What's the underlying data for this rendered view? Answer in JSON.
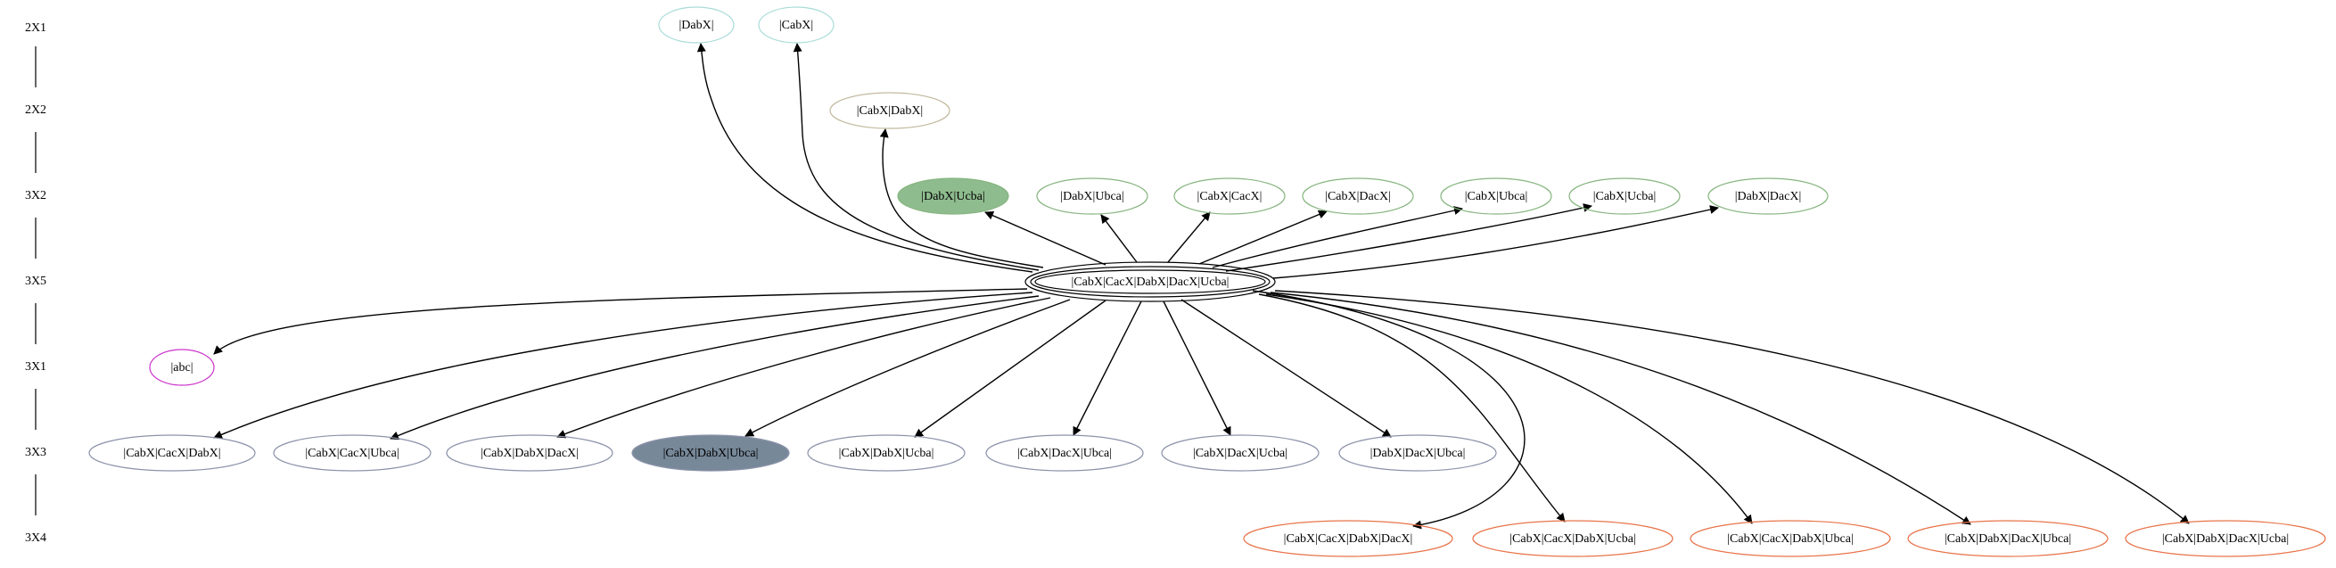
{
  "colors": {
    "teal": "#a8dcd8",
    "tan": "#c2b99e",
    "green": "#86b57f",
    "green_fill": "#8fbc8f",
    "magenta": "#cc33cc",
    "slate": "#8c93aa",
    "slate_fill": "#778899",
    "orange": "#e8744a",
    "edge": "#000000"
  },
  "ranks": {
    "r2x1": "2X1",
    "r2x2": "2X2",
    "r3x2": "3X2",
    "r3x5": "3X5",
    "r3x1": "3X1",
    "r3x3": "3X3",
    "r3x4": "3X4"
  },
  "center": {
    "label": "|CabX|CacX|DabX|DacX|Ucba|"
  },
  "nodes": {
    "n_dabx": {
      "label": "|DabX|",
      "group": "teal",
      "filled": false
    },
    "n_cabx": {
      "label": "|CabX|",
      "group": "teal",
      "filled": false
    },
    "n_cabx_dabx": {
      "label": "|CabX|DabX|",
      "group": "tan",
      "filled": false
    },
    "n_dabx_ucba": {
      "label": "|DabX|Ucba|",
      "group": "green",
      "filled": true
    },
    "n_dabx_ubca": {
      "label": "|DabX|Ubca|",
      "group": "green",
      "filled": false
    },
    "n_cabx_cacx": {
      "label": "|CabX|CacX|",
      "group": "green",
      "filled": false
    },
    "n_cabx_dacx": {
      "label": "|CabX|DacX|",
      "group": "green",
      "filled": false
    },
    "n_cabx_ubca": {
      "label": "|CabX|Ubca|",
      "group": "green",
      "filled": false
    },
    "n_cabx_ucba": {
      "label": "|CabX|Ucba|",
      "group": "green",
      "filled": false
    },
    "n_dabx_dacx": {
      "label": "|DabX|DacX|",
      "group": "green",
      "filled": false
    },
    "n_abc": {
      "label": "|abc|",
      "group": "magenta",
      "filled": false
    },
    "n_cabx_cacx_dabx": {
      "label": "|CabX|CacX|DabX|",
      "group": "slate",
      "filled": false
    },
    "n_cabx_cacx_ubca": {
      "label": "|CabX|CacX|Ubca|",
      "group": "slate",
      "filled": false
    },
    "n_cabx_dabx_dacx": {
      "label": "|CabX|DabX|DacX|",
      "group": "slate",
      "filled": false
    },
    "n_cabx_dabx_ubca": {
      "label": "|CabX|DabX|Ubca|",
      "group": "slate",
      "filled": true
    },
    "n_cabx_dabx_ucba": {
      "label": "|CabX|DabX|Ucba|",
      "group": "slate",
      "filled": false
    },
    "n_cabx_dacx_ubca": {
      "label": "|CabX|DacX|Ubca|",
      "group": "slate",
      "filled": false
    },
    "n_cabx_dacx_ucba": {
      "label": "|CabX|DacX|Ucba|",
      "group": "slate",
      "filled": false
    },
    "n_dabx_dacx_ubca": {
      "label": "|DabX|DacX|Ubca|",
      "group": "slate",
      "filled": false
    },
    "n_cabx_cacx_dabx_dacx": {
      "label": "|CabX|CacX|DabX|DacX|",
      "group": "orange",
      "filled": false
    },
    "n_cabx_cacx_dabx_ucba": {
      "label": "|CabX|CacX|DabX|Ucba|",
      "group": "orange",
      "filled": false
    },
    "n_cabx_cacx_dabx_ubca": {
      "label": "|CabX|CacX|DabX|Ubca|",
      "group": "orange",
      "filled": false
    },
    "n_cabx_dabx_dacx_ubca": {
      "label": "|CabX|DabX|DacX|Ubca|",
      "group": "orange",
      "filled": false
    },
    "n_cabx_dabx_dacx_ucba": {
      "label": "|CabX|DabX|DacX|Ucba|",
      "group": "orange",
      "filled": false
    }
  }
}
